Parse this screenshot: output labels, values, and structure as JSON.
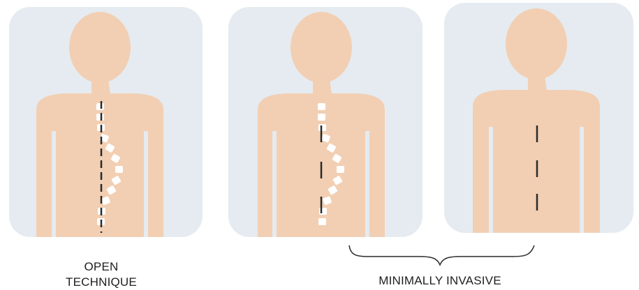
{
  "labels": {
    "open_line1": "OPEN",
    "open_line2": "TECHNIQUE",
    "minimally_invasive": "MINIMALLY INVASIVE"
  },
  "colors": {
    "panel_background": "#e5ebf0",
    "skin": "#f2cfb3",
    "spine_segment": "#ffffff",
    "incision": "#2a2a2a",
    "text": "#1e1e1e"
  },
  "figures": [
    {
      "name": "open-technique",
      "spine_shown": true,
      "incision_style": "long-continuous"
    },
    {
      "name": "minimally-invasive-1",
      "spine_shown": true,
      "incision_style": "short-segments"
    },
    {
      "name": "minimally-invasive-2",
      "spine_shown": false,
      "incision_style": "short-segments"
    }
  ]
}
